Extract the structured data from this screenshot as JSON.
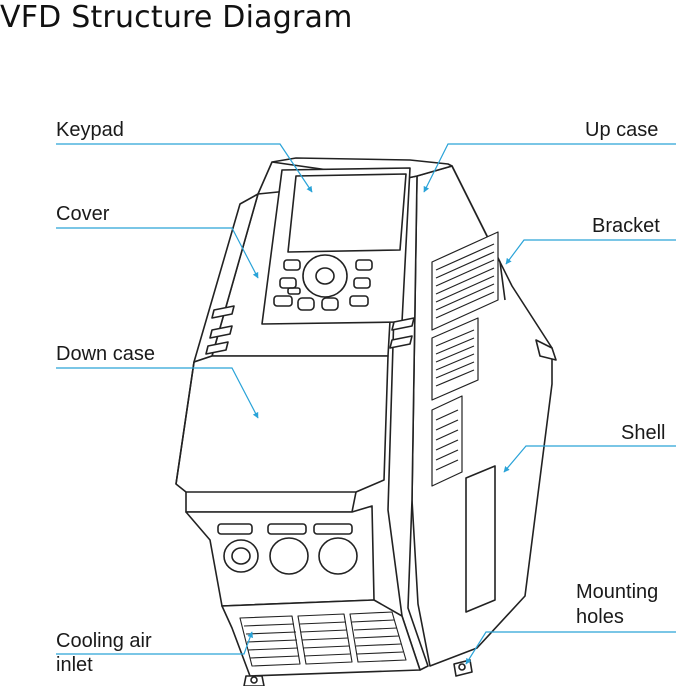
{
  "title": "VFD Structure Diagram",
  "labels": {
    "keypad": "Keypad",
    "cover": "Cover",
    "down_case": "Down case",
    "cooling_air_inlet_line1": "Cooling air",
    "cooling_air_inlet_line2": "inlet",
    "up_case": "Up case",
    "bracket": "Bracket",
    "shell": "Shell",
    "mounting_holes_line1": "Mounting",
    "mounting_holes_line2": "holes"
  },
  "colors": {
    "callout": "#2aa3d8",
    "outline": "#222222",
    "background": "#ffffff"
  }
}
